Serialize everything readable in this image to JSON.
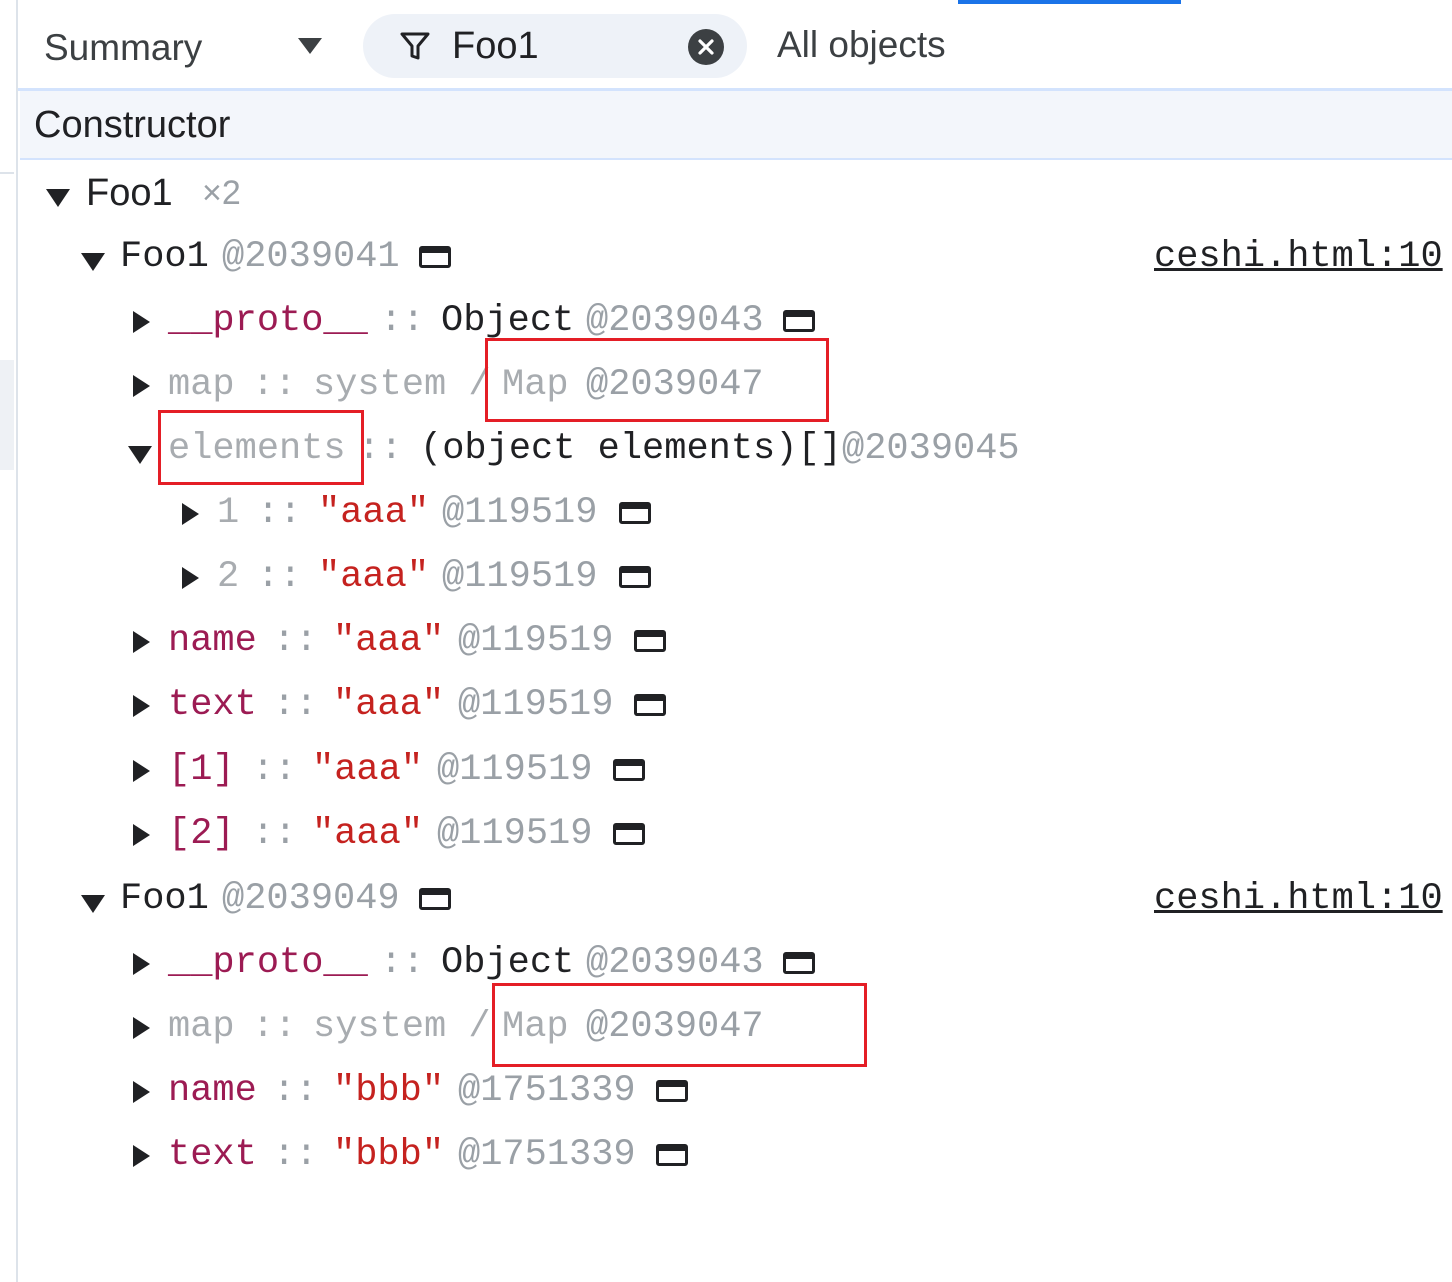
{
  "toolbar": {
    "view_select": "Summary",
    "filter_value": "Foo1",
    "object_scope": "All objects"
  },
  "table": {
    "column_header": "Constructor"
  },
  "tree": {
    "group": {
      "name": "Foo1",
      "count": "×2"
    },
    "instances": [
      {
        "name": "Foo1",
        "id": "@2039041",
        "source_link": "ceshi.html:10",
        "props": {
          "proto": {
            "key": "__proto__",
            "sep": "::",
            "type": "Object",
            "id": "@2039043"
          },
          "map": {
            "key": "map",
            "sep": "::",
            "type": "system / ",
            "type2": "Map",
            "id": "@2039047"
          },
          "elements": {
            "key": "elements",
            "sep": "::",
            "type": "(object elements)[]",
            "id": "@2039045",
            "children": [
              {
                "key": "1",
                "sep": "::",
                "value": "\"aaa\"",
                "id": "@119519"
              },
              {
                "key": "2",
                "sep": "::",
                "value": "\"aaa\"",
                "id": "@119519"
              }
            ]
          },
          "rest": [
            {
              "key": "name",
              "sep": "::",
              "value": "\"aaa\"",
              "id": "@119519"
            },
            {
              "key": "text",
              "sep": "::",
              "value": "\"aaa\"",
              "id": "@119519"
            },
            {
              "key": "[1]",
              "sep": "::",
              "value": "\"aaa\"",
              "id": "@119519"
            },
            {
              "key": "[2]",
              "sep": "::",
              "value": "\"aaa\"",
              "id": "@119519"
            }
          ]
        }
      },
      {
        "name": "Foo1",
        "id": "@2039049",
        "source_link": "ceshi.html:10",
        "props": {
          "proto": {
            "key": "__proto__",
            "sep": "::",
            "type": "Object",
            "id": "@2039043"
          },
          "map": {
            "key": "map",
            "sep": "::",
            "type": "system / ",
            "type2": "Map",
            "id": "@2039047"
          },
          "rest": [
            {
              "key": "name",
              "sep": "::",
              "value": "\"bbb\"",
              "id": "@1751339"
            },
            {
              "key": "text",
              "sep": "::",
              "value": "\"bbb\"",
              "id": "@1751339"
            }
          ]
        }
      }
    ]
  },
  "colors": {
    "accent": "#1a73e8",
    "highlight_box": "#e41e26",
    "property_name": "#9c1b53",
    "string_value": "#c5221f"
  }
}
